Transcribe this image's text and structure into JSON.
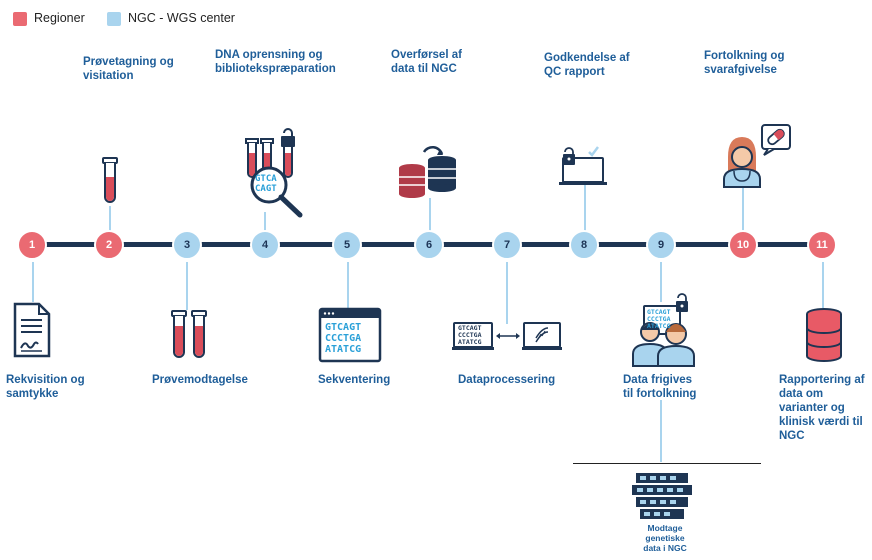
{
  "legend": [
    {
      "label": "Regioner",
      "color": "#ea6a72"
    },
    {
      "label": "NGC - WGS center",
      "color": "#a9d4ee"
    }
  ],
  "steps": [
    {
      "number": "1",
      "owner": "Regioner"
    },
    {
      "number": "2",
      "owner": "Regioner"
    },
    {
      "number": "3",
      "owner": "NGC - WGS center"
    },
    {
      "number": "4",
      "owner": "NGC - WGS center"
    },
    {
      "number": "5",
      "owner": "NGC - WGS center"
    },
    {
      "number": "6",
      "owner": "NGC - WGS center"
    },
    {
      "number": "7",
      "owner": "NGC - WGS center"
    },
    {
      "number": "8",
      "owner": "NGC - WGS center"
    },
    {
      "number": "9",
      "owner": "NGC - WGS center"
    },
    {
      "number": "10",
      "owner": "Regioner"
    },
    {
      "number": "11",
      "owner": "Regioner"
    }
  ],
  "labels": {
    "s1": "Rekvisition og\nsamtykke",
    "s2": "Prøvetagning og\nvisitation",
    "s3": "Prøvemodtagelse",
    "s4": "DNA oprensning og\nbibliotekspræparation",
    "s5": "Sekventering",
    "s6": "Overførsel af\ndata til NGC",
    "s7": "Dataprocessering",
    "s8": "Godkendelse af\nQC rapport",
    "s9": "Data frigives\ntil fortolkning",
    "s10": "Fortolkning og\nsvarafgivelse",
    "s11": "Rapportering af\ndata om\nvarianter og\nklinisk værdi til\nNGC",
    "extra": "Modtage\ngenetiske\ndata i NGC"
  },
  "icon_text": {
    "dna_magnifier": [
      "GTCA",
      "CAGT"
    ],
    "sequencer_screen": [
      "GTCAGT",
      "CCCTGA",
      "ATATCG"
    ],
    "processing_screen": [
      "GTCAGT",
      "CCCTGA",
      "ATATCG"
    ],
    "release_screen": [
      "GTCAGT",
      "CCCTGA",
      "ATATCG"
    ]
  },
  "icons": [
    "document-icon",
    "test-tube-icon",
    "test-tubes-icon",
    "dna-magnifier-icon",
    "sequencer-screen-icon",
    "database-transfer-icon",
    "laptop-dna-icon",
    "laptop-lock-icon",
    "doctors-screen-icon",
    "doctor-pill-icon",
    "database-red-icon",
    "server-rack-icon"
  ],
  "colors": {
    "region": "#ea6a72",
    "ngc": "#a9d4ee",
    "timeline": "#1e3553",
    "label": "#1f5e99"
  }
}
